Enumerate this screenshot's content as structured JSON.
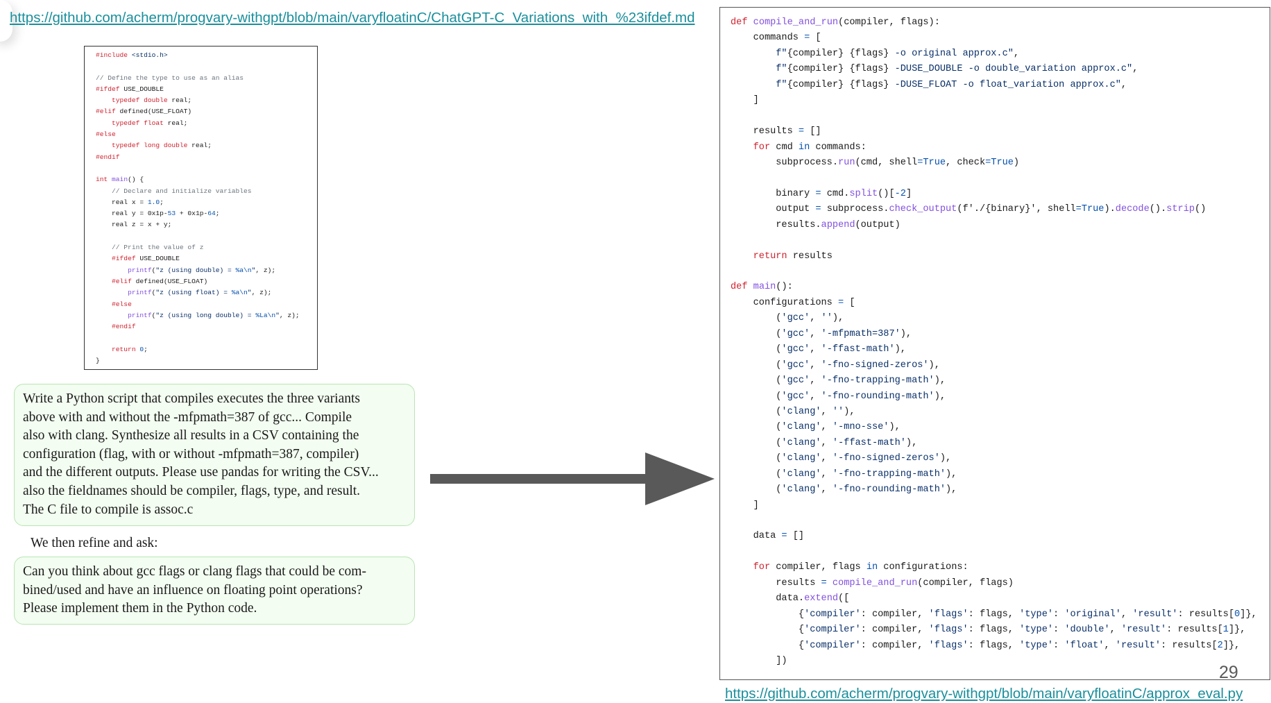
{
  "links": {
    "top": "https://github.com/acherm/progvary-withgpt/blob/main/varyfloatinC/ChatGPT-C_Variations_with_%23ifdef.md",
    "bottom": "https://github.com/acherm/progvary-withgpt/blob/main/varyfloatinC/approx_eval.py"
  },
  "c_code": {
    "lines": [
      [
        [
          "pp",
          "#include "
        ],
        [
          "st",
          "<stdio.h>"
        ]
      ],
      [],
      [
        [
          "cm",
          "// Define the type to use as an alias"
        ]
      ],
      [
        [
          "pp",
          "#"
        ],
        [
          "kw",
          "ifdef"
        ],
        [
          "tx",
          " USE_DOUBLE"
        ]
      ],
      [
        [
          "tx",
          "    "
        ],
        [
          "kw",
          "typedef double"
        ],
        [
          "tx",
          " real;"
        ]
      ],
      [
        [
          "pp",
          "#"
        ],
        [
          "kw",
          "elif"
        ],
        [
          "tx",
          " defined(USE_FLOAT)"
        ]
      ],
      [
        [
          "tx",
          "    "
        ],
        [
          "kw",
          "typedef float"
        ],
        [
          "tx",
          " real;"
        ]
      ],
      [
        [
          "pp",
          "#"
        ],
        [
          "kw",
          "else"
        ]
      ],
      [
        [
          "tx",
          "    "
        ],
        [
          "kw",
          "typedef long double"
        ],
        [
          "tx",
          " real;"
        ]
      ],
      [
        [
          "pp",
          "#"
        ],
        [
          "kw",
          "endif"
        ]
      ],
      [],
      [
        [
          "kw",
          "int"
        ],
        [
          "tx",
          " "
        ],
        [
          "fn",
          "main"
        ],
        [
          "tx",
          "() {"
        ]
      ],
      [
        [
          "tx",
          "    "
        ],
        [
          "cm",
          "// Declare and initialize variables"
        ]
      ],
      [
        [
          "tx",
          "    real x = "
        ],
        [
          "nb",
          "1.0"
        ],
        [
          "tx",
          ";"
        ]
      ],
      [
        [
          "tx",
          "    real y = 0x1p-"
        ],
        [
          "nb",
          "53"
        ],
        [
          "tx",
          " + 0x1p-"
        ],
        [
          "nb",
          "64"
        ],
        [
          "tx",
          ";"
        ]
      ],
      [
        [
          "tx",
          "    real z = x + y;"
        ]
      ],
      [],
      [
        [
          "tx",
          "    "
        ],
        [
          "cm",
          "// Print the value of z"
        ]
      ],
      [
        [
          "tx",
          "    "
        ],
        [
          "pp",
          "#"
        ],
        [
          "kw",
          "ifdef"
        ],
        [
          "tx",
          " USE_DOUBLE"
        ]
      ],
      [
        [
          "tx",
          "        "
        ],
        [
          "fn",
          "printf"
        ],
        [
          "tx",
          "("
        ],
        [
          "st",
          "\"z (using double) = "
        ],
        [
          "nb",
          "%a\\n"
        ],
        [
          "st",
          "\""
        ],
        [
          "tx",
          ", z);"
        ]
      ],
      [
        [
          "tx",
          "    "
        ],
        [
          "pp",
          "#"
        ],
        [
          "kw",
          "elif"
        ],
        [
          "tx",
          " defined(USE_FLOAT)"
        ]
      ],
      [
        [
          "tx",
          "        "
        ],
        [
          "fn",
          "printf"
        ],
        [
          "tx",
          "("
        ],
        [
          "st",
          "\"z (using float) = "
        ],
        [
          "nb",
          "%a\\n"
        ],
        [
          "st",
          "\""
        ],
        [
          "tx",
          ", z);"
        ]
      ],
      [
        [
          "tx",
          "    "
        ],
        [
          "pp",
          "#"
        ],
        [
          "kw",
          "else"
        ]
      ],
      [
        [
          "tx",
          "        "
        ],
        [
          "fn",
          "printf"
        ],
        [
          "tx",
          "("
        ],
        [
          "st",
          "\"z (using long double) = "
        ],
        [
          "nb",
          "%La\\n"
        ],
        [
          "st",
          "\""
        ],
        [
          "tx",
          ", z);"
        ]
      ],
      [
        [
          "tx",
          "    "
        ],
        [
          "pp",
          "#"
        ],
        [
          "kw",
          "endif"
        ]
      ],
      [],
      [
        [
          "tx",
          "    "
        ],
        [
          "kw",
          "return"
        ],
        [
          "tx",
          " "
        ],
        [
          "nb",
          "0"
        ],
        [
          "tx",
          ";"
        ]
      ],
      [
        [
          "tx",
          "}"
        ]
      ]
    ]
  },
  "prompts": {
    "first": "Write a Python script that compiles executes the three variants\nabove with and without the -mfpmath=387 of gcc... Compile\nalso with clang. Synthesize all results in a CSV containing the\nconfiguration (flag, with or without -mfpmath=387, compiler)\nand the different outputs. Please use pandas for writing the CSV...\nalso the fieldnames should be compiler, flags, type, and result.\nThe C file to compile is assoc.c",
    "refine": "We then refine and ask:",
    "second": "Can you think about gcc flags or clang flags that could be com-\nbined/used and have an influence on floating point operations?\nPlease implement them in the Python code."
  },
  "python_code": {
    "lines": [
      [
        [
          "kw",
          "def"
        ],
        [
          "tx",
          " "
        ],
        [
          "fn",
          "compile_and_run"
        ],
        [
          "tx",
          "(compiler, flags):"
        ]
      ],
      [
        [
          "tx",
          "    commands "
        ],
        [
          "nb",
          "="
        ],
        [
          "tx",
          " ["
        ]
      ],
      [
        [
          "tx",
          "        "
        ],
        [
          "st",
          "f\""
        ],
        [
          "tx",
          "{compiler} {flags}"
        ],
        [
          "st",
          " -o original approx.c\""
        ],
        [
          "tx",
          ","
        ]
      ],
      [
        [
          "tx",
          "        "
        ],
        [
          "st",
          "f\""
        ],
        [
          "tx",
          "{compiler} {flags}"
        ],
        [
          "st",
          " -DUSE_DOUBLE -o double_variation approx.c\""
        ],
        [
          "tx",
          ","
        ]
      ],
      [
        [
          "tx",
          "        "
        ],
        [
          "st",
          "f\""
        ],
        [
          "tx",
          "{compiler} {flags}"
        ],
        [
          "st",
          " -DUSE_FLOAT -o float_variation approx.c\""
        ],
        [
          "tx",
          ","
        ]
      ],
      [
        [
          "tx",
          "    ]"
        ]
      ],
      [],
      [
        [
          "tx",
          "    results "
        ],
        [
          "nb",
          "="
        ],
        [
          "tx",
          " []"
        ]
      ],
      [
        [
          "tx",
          "    "
        ],
        [
          "kw",
          "for"
        ],
        [
          "tx",
          " cmd "
        ],
        [
          "nb",
          "in"
        ],
        [
          "tx",
          " commands:"
        ]
      ],
      [
        [
          "tx",
          "        subprocess."
        ],
        [
          "fn",
          "run"
        ],
        [
          "tx",
          "(cmd, shell"
        ],
        [
          "nb",
          "=True"
        ],
        [
          "tx",
          ", check"
        ],
        [
          "nb",
          "=True"
        ],
        [
          "tx",
          ")"
        ]
      ],
      [],
      [
        [
          "tx",
          "        binary "
        ],
        [
          "nb",
          "="
        ],
        [
          "tx",
          " cmd."
        ],
        [
          "fn",
          "split"
        ],
        [
          "tx",
          "()["
        ],
        [
          "nb",
          "-2"
        ],
        [
          "tx",
          "]"
        ]
      ],
      [
        [
          "tx",
          "        output "
        ],
        [
          "nb",
          "="
        ],
        [
          "tx",
          " subprocess."
        ],
        [
          "fn",
          "check_output"
        ],
        [
          "tx",
          "(f'./{binary}', shell"
        ],
        [
          "nb",
          "=True"
        ],
        [
          "tx",
          ")."
        ],
        [
          "fn",
          "decode"
        ],
        [
          "tx",
          "()."
        ],
        [
          "fn",
          "strip"
        ],
        [
          "tx",
          "()"
        ]
      ],
      [
        [
          "tx",
          "        results."
        ],
        [
          "fn",
          "append"
        ],
        [
          "tx",
          "(output)"
        ]
      ],
      [],
      [
        [
          "tx",
          "    "
        ],
        [
          "kw",
          "return"
        ],
        [
          "tx",
          " results"
        ]
      ],
      [],
      [
        [
          "kw",
          "def"
        ],
        [
          "tx",
          " "
        ],
        [
          "fn",
          "main"
        ],
        [
          "tx",
          "():"
        ]
      ],
      [
        [
          "tx",
          "    configurations "
        ],
        [
          "nb",
          "="
        ],
        [
          "tx",
          " ["
        ]
      ],
      [
        [
          "tx",
          "        ("
        ],
        [
          "st",
          "'gcc'"
        ],
        [
          "tx",
          ", "
        ],
        [
          "st",
          "''"
        ],
        [
          "tx",
          "),"
        ]
      ],
      [
        [
          "tx",
          "        ("
        ],
        [
          "st",
          "'gcc'"
        ],
        [
          "tx",
          ", "
        ],
        [
          "st",
          "'-mfpmath=387'"
        ],
        [
          "tx",
          "),"
        ]
      ],
      [
        [
          "tx",
          "        ("
        ],
        [
          "st",
          "'gcc'"
        ],
        [
          "tx",
          ", "
        ],
        [
          "st",
          "'-ffast-math'"
        ],
        [
          "tx",
          "),"
        ]
      ],
      [
        [
          "tx",
          "        ("
        ],
        [
          "st",
          "'gcc'"
        ],
        [
          "tx",
          ", "
        ],
        [
          "st",
          "'-fno-signed-zeros'"
        ],
        [
          "tx",
          "),"
        ]
      ],
      [
        [
          "tx",
          "        ("
        ],
        [
          "st",
          "'gcc'"
        ],
        [
          "tx",
          ", "
        ],
        [
          "st",
          "'-fno-trapping-math'"
        ],
        [
          "tx",
          "),"
        ]
      ],
      [
        [
          "tx",
          "        ("
        ],
        [
          "st",
          "'gcc'"
        ],
        [
          "tx",
          ", "
        ],
        [
          "st",
          "'-fno-rounding-math'"
        ],
        [
          "tx",
          "),"
        ]
      ],
      [
        [
          "tx",
          "        ("
        ],
        [
          "st",
          "'clang'"
        ],
        [
          "tx",
          ", "
        ],
        [
          "st",
          "''"
        ],
        [
          "tx",
          "),"
        ]
      ],
      [
        [
          "tx",
          "        ("
        ],
        [
          "st",
          "'clang'"
        ],
        [
          "tx",
          ", "
        ],
        [
          "st",
          "'-mno-sse'"
        ],
        [
          "tx",
          "),"
        ]
      ],
      [
        [
          "tx",
          "        ("
        ],
        [
          "st",
          "'clang'"
        ],
        [
          "tx",
          ", "
        ],
        [
          "st",
          "'-ffast-math'"
        ],
        [
          "tx",
          "),"
        ]
      ],
      [
        [
          "tx",
          "        ("
        ],
        [
          "st",
          "'clang'"
        ],
        [
          "tx",
          ", "
        ],
        [
          "st",
          "'-fno-signed-zeros'"
        ],
        [
          "tx",
          "),"
        ]
      ],
      [
        [
          "tx",
          "        ("
        ],
        [
          "st",
          "'clang'"
        ],
        [
          "tx",
          ", "
        ],
        [
          "st",
          "'-fno-trapping-math'"
        ],
        [
          "tx",
          "),"
        ]
      ],
      [
        [
          "tx",
          "        ("
        ],
        [
          "st",
          "'clang'"
        ],
        [
          "tx",
          ", "
        ],
        [
          "st",
          "'-fno-rounding-math'"
        ],
        [
          "tx",
          "),"
        ]
      ],
      [
        [
          "tx",
          "    ]"
        ]
      ],
      [],
      [
        [
          "tx",
          "    data "
        ],
        [
          "nb",
          "="
        ],
        [
          "tx",
          " []"
        ]
      ],
      [],
      [
        [
          "tx",
          "    "
        ],
        [
          "kw",
          "for"
        ],
        [
          "tx",
          " compiler, flags "
        ],
        [
          "nb",
          "in"
        ],
        [
          "tx",
          " configurations:"
        ]
      ],
      [
        [
          "tx",
          "        results "
        ],
        [
          "nb",
          "="
        ],
        [
          "tx",
          " "
        ],
        [
          "fn",
          "compile_and_run"
        ],
        [
          "tx",
          "(compiler, flags)"
        ]
      ],
      [
        [
          "tx",
          "        data."
        ],
        [
          "fn",
          "extend"
        ],
        [
          "tx",
          "(["
        ]
      ],
      [
        [
          "tx",
          "            {"
        ],
        [
          "st",
          "'compiler'"
        ],
        [
          "tx",
          ": compiler, "
        ],
        [
          "st",
          "'flags'"
        ],
        [
          "tx",
          ": flags, "
        ],
        [
          "st",
          "'type'"
        ],
        [
          "tx",
          ": "
        ],
        [
          "st",
          "'original'"
        ],
        [
          "tx",
          ", "
        ],
        [
          "st",
          "'result'"
        ],
        [
          "tx",
          ": results["
        ],
        [
          "nb",
          "0"
        ],
        [
          "tx",
          "]},"
        ]
      ],
      [
        [
          "tx",
          "            {"
        ],
        [
          "st",
          "'compiler'"
        ],
        [
          "tx",
          ": compiler, "
        ],
        [
          "st",
          "'flags'"
        ],
        [
          "tx",
          ": flags, "
        ],
        [
          "st",
          "'type'"
        ],
        [
          "tx",
          ": "
        ],
        [
          "st",
          "'double'"
        ],
        [
          "tx",
          ", "
        ],
        [
          "st",
          "'result'"
        ],
        [
          "tx",
          ": results["
        ],
        [
          "nb",
          "1"
        ],
        [
          "tx",
          "]},"
        ]
      ],
      [
        [
          "tx",
          "            {"
        ],
        [
          "st",
          "'compiler'"
        ],
        [
          "tx",
          ": compiler, "
        ],
        [
          "st",
          "'flags'"
        ],
        [
          "tx",
          ": flags, "
        ],
        [
          "st",
          "'type'"
        ],
        [
          "tx",
          ": "
        ],
        [
          "st",
          "'float'"
        ],
        [
          "tx",
          ", "
        ],
        [
          "st",
          "'result'"
        ],
        [
          "tx",
          ": results["
        ],
        [
          "nb",
          "2"
        ],
        [
          "tx",
          "]},"
        ]
      ],
      [
        [
          "tx",
          "        ])"
        ]
      ]
    ]
  },
  "page_number": "29",
  "colors": {
    "link": "#1a8f9c",
    "prompt_border": "#b8e6b2",
    "prompt_fill": "#f3fdf1",
    "arrow": "#595959",
    "keyword": "#cf222e",
    "function": "#8250df",
    "string": "#0a3069",
    "number": "#0550ae",
    "comment": "#6e7781"
  }
}
